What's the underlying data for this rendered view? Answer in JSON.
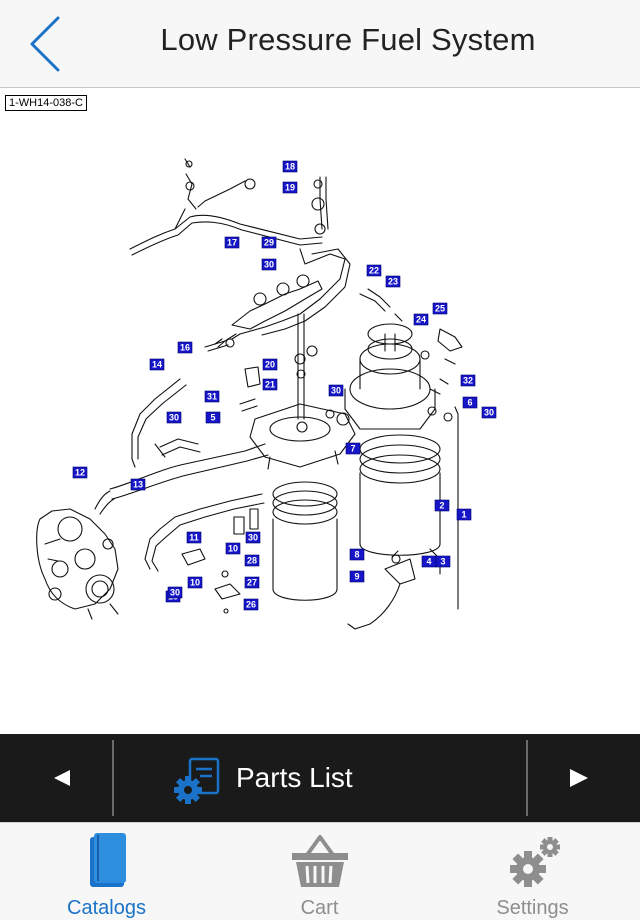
{
  "nav": {
    "title": "Low Pressure Fuel System"
  },
  "diagram": {
    "code": "1-WH14-038-C",
    "callouts": [
      "18",
      "19",
      "17",
      "29",
      "30",
      "22",
      "23",
      "25",
      "24",
      "16",
      "14",
      "20",
      "21",
      "30",
      "32",
      "31",
      "30",
      "5",
      "6",
      "30",
      "15",
      "7",
      "12",
      "13",
      "2",
      "1",
      "11",
      "10",
      "30",
      "8",
      "9",
      "28",
      "4",
      "3",
      "10",
      "27",
      "30",
      "26"
    ]
  },
  "toolbar": {
    "parts_list_label": "Parts List"
  },
  "tabs": [
    {
      "label": "Catalogs",
      "active": true
    },
    {
      "label": "Cart",
      "active": false
    },
    {
      "label": "Settings",
      "active": false
    }
  ],
  "colors": {
    "accent": "#1a73c9",
    "toolbar_bg": "#1a1a1a",
    "callout": "#1616c8",
    "inactive": "#8e8e8e"
  }
}
